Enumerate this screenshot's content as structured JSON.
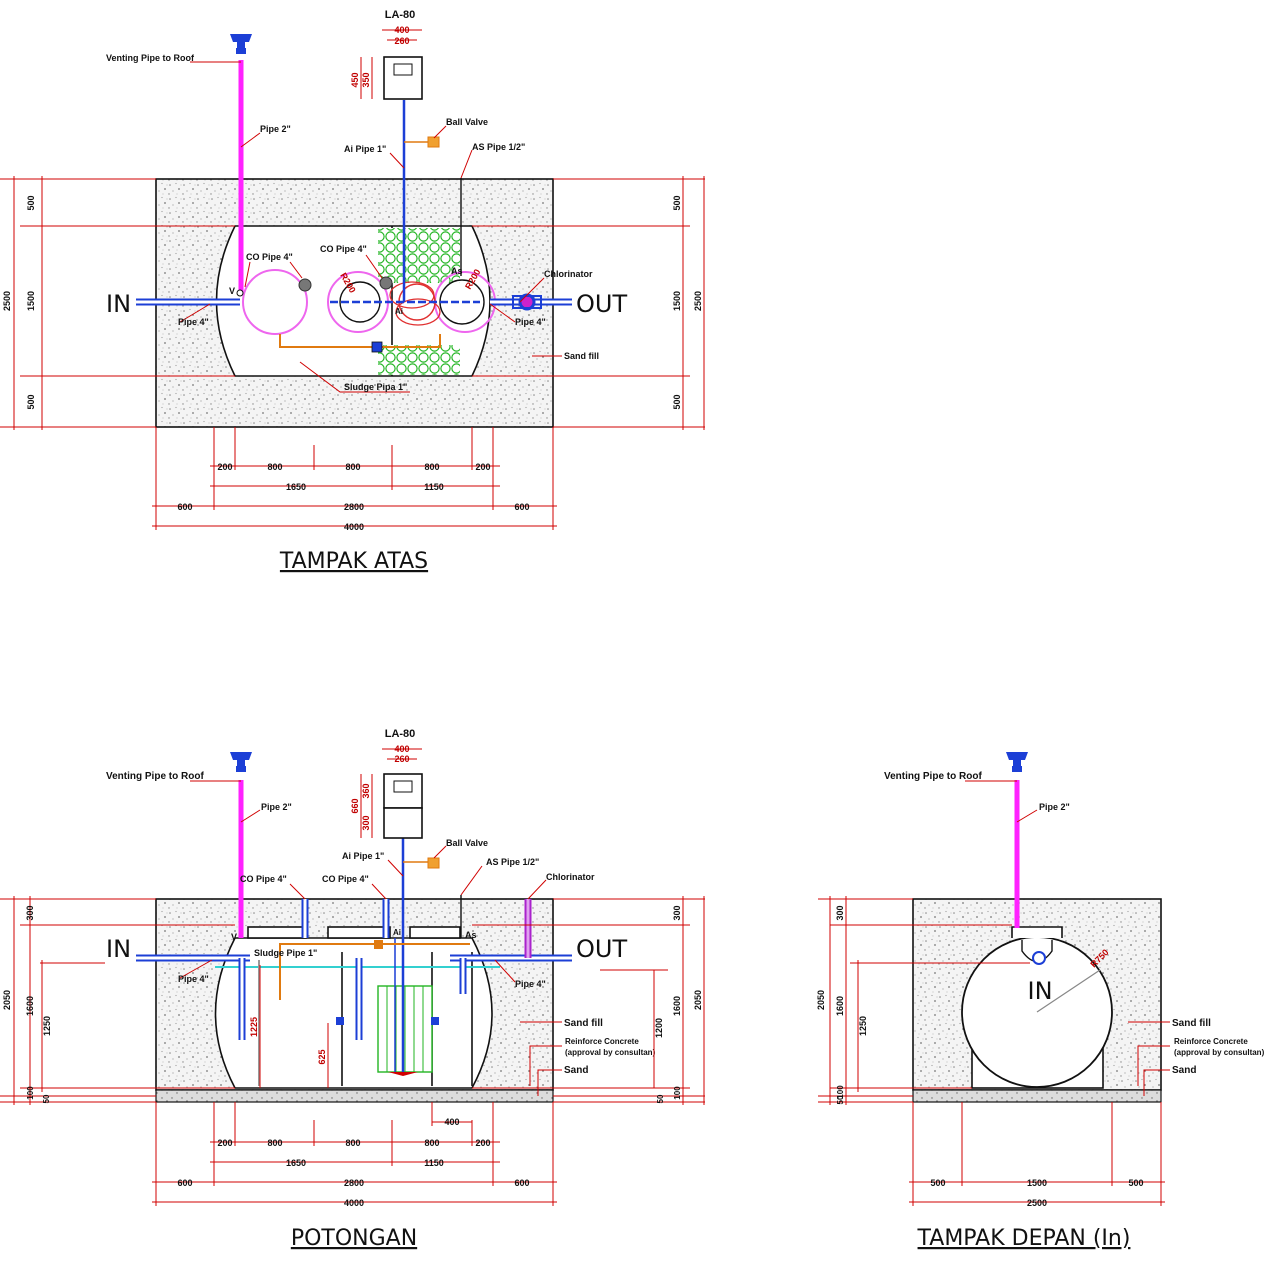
{
  "views": {
    "top": {
      "title": "TAMPAK ATAS",
      "controller": {
        "name": "LA-80",
        "w1": "400",
        "w2": "260",
        "h1": "450",
        "h2": "350"
      },
      "labels": {
        "venting": "Venting Pipe to Roof",
        "pipe2": "Pipe 2\"",
        "ball_valve": "Ball Valve",
        "ai_pipe": "Ai Pipe 1\"",
        "as_pipe": "AS Pipe 1/2\"",
        "co_pipe_a": "CO Pipe 4\"",
        "co_pipe_b": "CO Pipe 4\"",
        "chlorinator": "Chlorinator",
        "pipe4_in": "Pipe 4\"",
        "pipe4_out": "Pipe 4\"",
        "sand_fill": "Sand fill",
        "sludge": "Sludge Pipa 1\"",
        "v": "V",
        "as": "As",
        "ai": "Ai",
        "r200a": "R200",
        "r200b": "R200"
      },
      "in": "IN",
      "out": "OUT",
      "left_dims": {
        "a": "500",
        "b": "1500",
        "c": "500",
        "total": "2500"
      },
      "right_dims": {
        "a": "500",
        "b": "1500",
        "c": "500",
        "total": "2500"
      },
      "bottom_row1": [
        "200",
        "800",
        "800",
        "800",
        "200"
      ],
      "bottom_row2": [
        "1650",
        "1150"
      ],
      "bottom_row3": [
        "600",
        "2800",
        "600"
      ],
      "bottom_total": "4000"
    },
    "section": {
      "title": "POTONGAN",
      "controller": {
        "name": "LA-80",
        "w1": "400",
        "w2": "260",
        "h1": "660",
        "h2": "360",
        "h3": "300"
      },
      "labels": {
        "venting": "Venting Pipe to Roof",
        "pipe2": "Pipe 2\"",
        "ball_valve": "Ball Valve",
        "ai_pipe": "Ai Pipe 1\"",
        "as_pipe": "AS Pipe 1/2\"",
        "co_pipe_a": "CO Pipe 4\"",
        "co_pipe_b": "CO Pipe 4\"",
        "chlorinator": "Chlorinator",
        "sludge": "Sludge Pipe 1\"",
        "pipe4_in": "Pipe 4\"",
        "pipe4_out": "Pipe 4\"",
        "sand_fill": "Sand fill",
        "reinforce": "Reinforce Concrete",
        "approval": "(approval by consultan)",
        "sand": "Sand",
        "v": "V",
        "ai": "Ai",
        "as": "As"
      },
      "in": "IN",
      "out": "OUT",
      "left_dims": {
        "a": "300",
        "b": "1600",
        "c": "1250",
        "d": "100",
        "e": "50",
        "total": "2050"
      },
      "inner_dims": {
        "a": "1225",
        "b": "625",
        "c": "1200"
      },
      "right_dims": {
        "a": "300",
        "b": "1600",
        "c": "100",
        "d": "50",
        "total": "2050"
      },
      "dim_400": "400",
      "bottom_row1": [
        "200",
        "800",
        "800",
        "800",
        "200"
      ],
      "bottom_row2": [
        "1650",
        "1150"
      ],
      "bottom_row3": [
        "600",
        "2800",
        "600"
      ],
      "bottom_total": "4000"
    },
    "front": {
      "title": "TAMPAK DEPAN (In)",
      "labels": {
        "venting": "Venting Pipe to Roof",
        "pipe2": "Pipe 2\"",
        "r750": "R750",
        "sand_fill": "Sand fill",
        "reinforce": "Reinforce Concrete",
        "approval": "(approval by consultan)",
        "sand": "Sand"
      },
      "in": "IN",
      "left_dims": {
        "a": "300",
        "b": "1600",
        "c": "1250",
        "d": "100",
        "e": "50",
        "total": "2050"
      },
      "bottom_row": [
        "500",
        "1500",
        "500"
      ],
      "bottom_total": "2500"
    }
  },
  "colors": {
    "dimension": "#d00000",
    "vent_pipe": "#ff22ff",
    "water_pipe": "#1c3fd6",
    "sludge_pipe": "#e07a10",
    "media": "#22b522",
    "aeration_ring": "#ee66ee",
    "water_level": "#33d0d0"
  }
}
